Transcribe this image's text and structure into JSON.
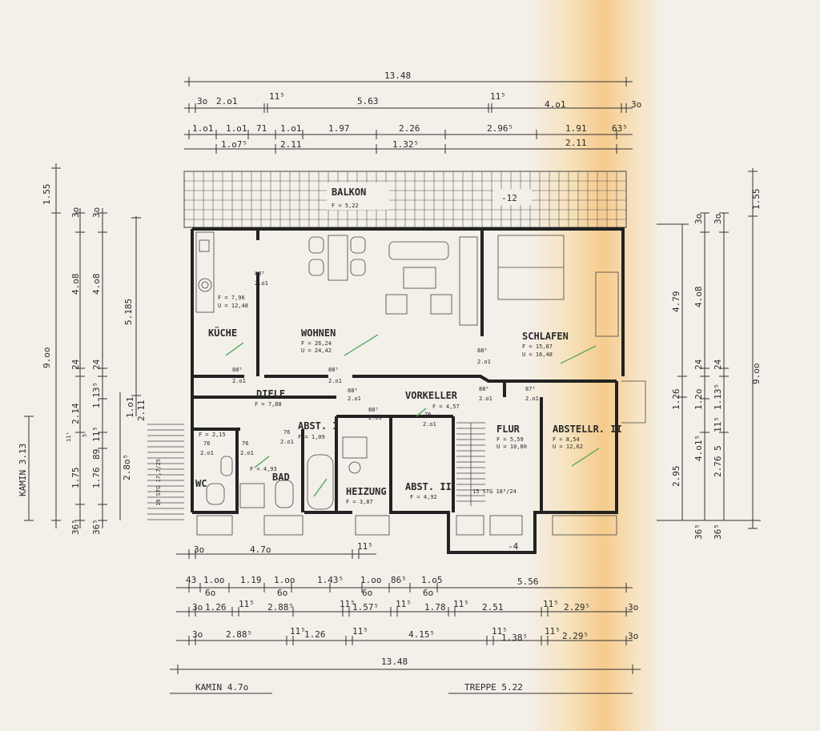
{
  "plan": {
    "balcony": {
      "label": "BALKON",
      "area": "F = 5,22",
      "level": "-12"
    },
    "level_basement": "-4",
    "rooms": [
      {
        "id": "kueche",
        "name": "KÜCHE",
        "area": "F = 7,96",
        "perimeter": "U = 12,48"
      },
      {
        "id": "wohnen",
        "name": "WOHNEN",
        "area": "F = 26,24",
        "perimeter": "U = 24,42"
      },
      {
        "id": "schlafen",
        "name": "SCHLAFEN",
        "area": "F = 15,87",
        "perimeter": "U = 16,48"
      },
      {
        "id": "diele",
        "name": "DIELE",
        "area": "F = 7,88"
      },
      {
        "id": "vorkeller",
        "name": "VORKELLER",
        "area": "F = 4,57"
      },
      {
        "id": "abst1",
        "name": "ABST. I",
        "area": "F = 1,09"
      },
      {
        "id": "wc",
        "name": "WC",
        "area": "F = 2,15"
      },
      {
        "id": "bad",
        "name": "BAD",
        "area": "F = 4,93"
      },
      {
        "id": "heizung",
        "name": "HEIZUNG",
        "area": "F = 3,87"
      },
      {
        "id": "abst2",
        "name": "ABST. II",
        "area": "F = 4,92"
      },
      {
        "id": "flur",
        "name": "FLUR",
        "area": "F = 5,59",
        "perimeter": "U = 10,80"
      },
      {
        "id": "abstellr",
        "name": "ABSTELLR. II",
        "area": "F = 8,54",
        "perimeter": "U = 12,62"
      }
    ],
    "stairs": [
      {
        "label": "15 STG 18³/24"
      },
      {
        "label": "19 STG 17,7/25"
      }
    ],
    "door_dims": {
      "d885": "88⁵",
      "d201": "2.o1",
      "d76": "76",
      "d201b": "2.o1",
      "d875": "87⁵"
    },
    "top_dims": {
      "total": "13.48",
      "row1": [
        "3o",
        "2.o1",
        "11⁵",
        "5.63",
        "11⁵",
        "4.o1",
        "3o"
      ],
      "row2": [
        "1.o1",
        "1.o1",
        "71",
        "1.o1",
        "1.97",
        "2.26",
        "2.96⁵",
        "1.91",
        "63⁵"
      ],
      "row3": [
        "1.o7⁵",
        "2.11",
        "1.32⁵",
        "2.11"
      ]
    },
    "bottom_dims": {
      "row1": [
        "3o",
        "4.7o",
        "11⁵"
      ],
      "row2": [
        "43",
        "1.oo",
        "1.19",
        "1.oo",
        "1.43⁵",
        "1.oo",
        "86⁵",
        "1.o5",
        "5.56"
      ],
      "row2b": [
        "6o",
        "6o",
        "6o",
        "6o"
      ],
      "row3": [
        "3o",
        "1.26",
        "11⁵",
        "2.88⁵",
        "11⁵",
        "1.57⁵",
        "11⁵",
        "1.78",
        "11⁵",
        "2.51",
        "11⁵",
        "2.29⁵",
        "3o"
      ],
      "row4": [
        "3o",
        "2.88⁵",
        "11⁵",
        "1.26",
        "11⁵",
        "4.15⁵",
        "11⁵",
        "1.38⁵",
        "11⁵",
        "2.29⁵",
        "3o"
      ],
      "total": "13.48",
      "kamin": "KAMIN 4.7o",
      "treppe": "TREPPE 5.22"
    },
    "left_dims": {
      "outer": [
        "1.55",
        "9.oo"
      ],
      "col2": [
        "3o",
        "4.o8",
        "24",
        "2.14",
        "1.75",
        "36⁵"
      ],
      "col3": [
        "3o",
        "4.o8",
        "24",
        "1.13⁵",
        "11⁵",
        "89",
        "1.76",
        "36⁵"
      ],
      "col4": [
        "5.185",
        "1.o1",
        "2.11",
        "2.8o⁵"
      ],
      "kamin": "KAMIN 3.13",
      "misc": [
        "11⁵",
        "5"
      ]
    },
    "right_dims": {
      "outer": [
        "1.55",
        "9.oo"
      ],
      "col1": [
        "4.79",
        "1.26",
        "2.95",
        "36⁵"
      ],
      "col2": [
        "3o",
        "4.o8",
        "24",
        "1.2o",
        "4.o1⁵",
        "36⁵"
      ],
      "col3": [
        "3o",
        "24",
        "1.13⁵",
        "11⁵",
        "2.76 5"
      ]
    },
    "colors": {
      "paper": "#f3efe9",
      "ink": "#2a2a2a",
      "stain": "#f6be6e",
      "marker": "#3fa34d"
    }
  }
}
